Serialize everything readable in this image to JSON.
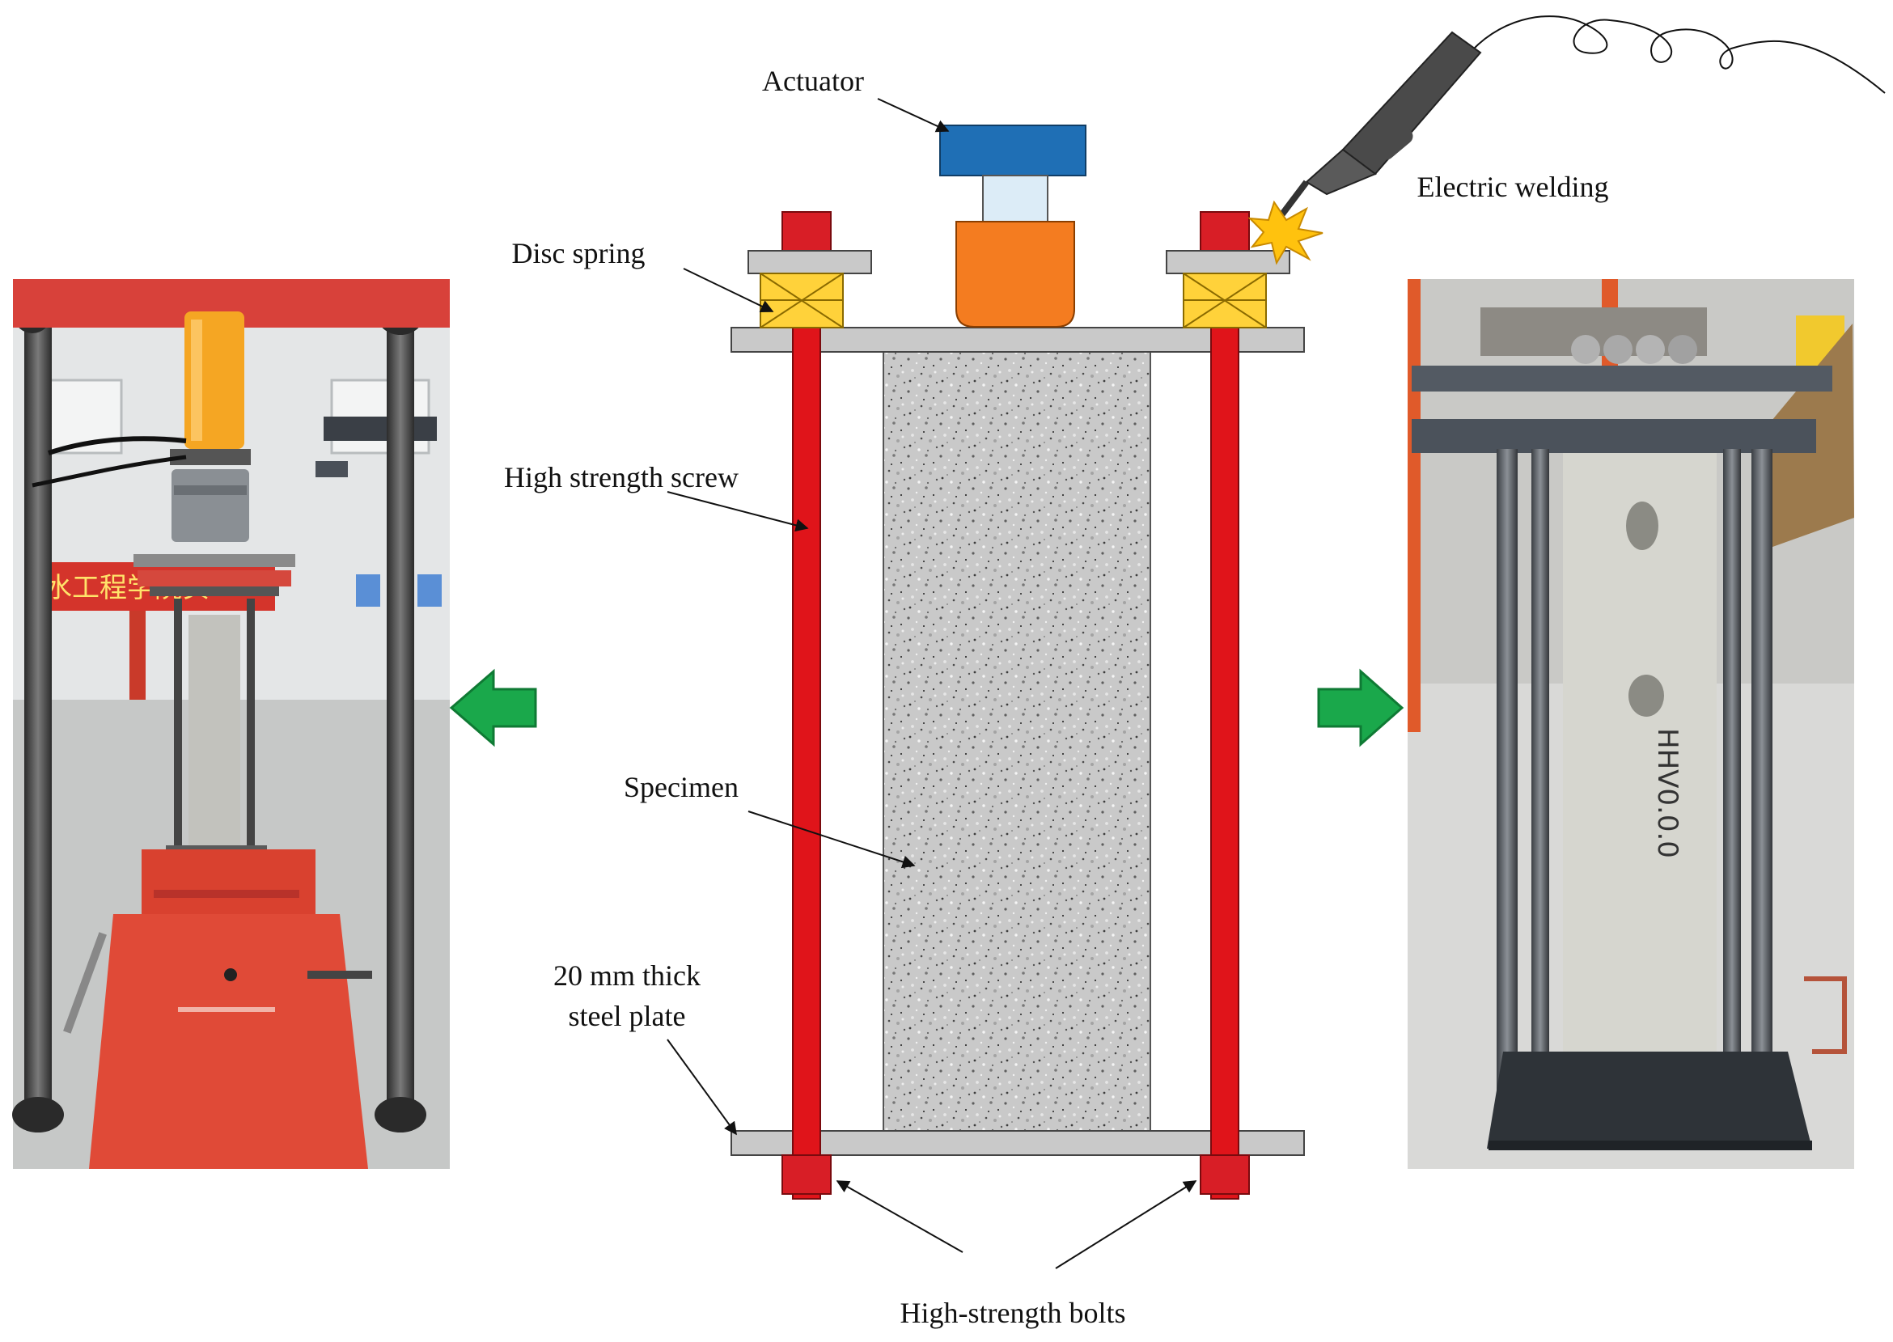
{
  "labels": {
    "actuator": "Actuator",
    "electric_welding": "Electric welding",
    "disc_spring": "Disc spring",
    "high_strength_screw": "High strength screw",
    "specimen": "Specimen",
    "steel_plate_line1": "20 mm thick",
    "steel_plate_line2": "steel plate",
    "high_strength_bolts": "High-strength bolts"
  },
  "photo_left": {
    "banner_text": "水工程学院实"
  },
  "photo_right": {
    "specimen_marking": "HHV0.0.0"
  },
  "colors": {
    "actuator": "#1f6fb5",
    "hydraulic_jack": "#f47c20",
    "screw": "#e0141a",
    "bolt": "#d81e26",
    "plate": "#c9c9c9",
    "disc_spring": "#ffd23a",
    "arrow": "#1aa84b",
    "welding_spark": "#ffc20e"
  }
}
